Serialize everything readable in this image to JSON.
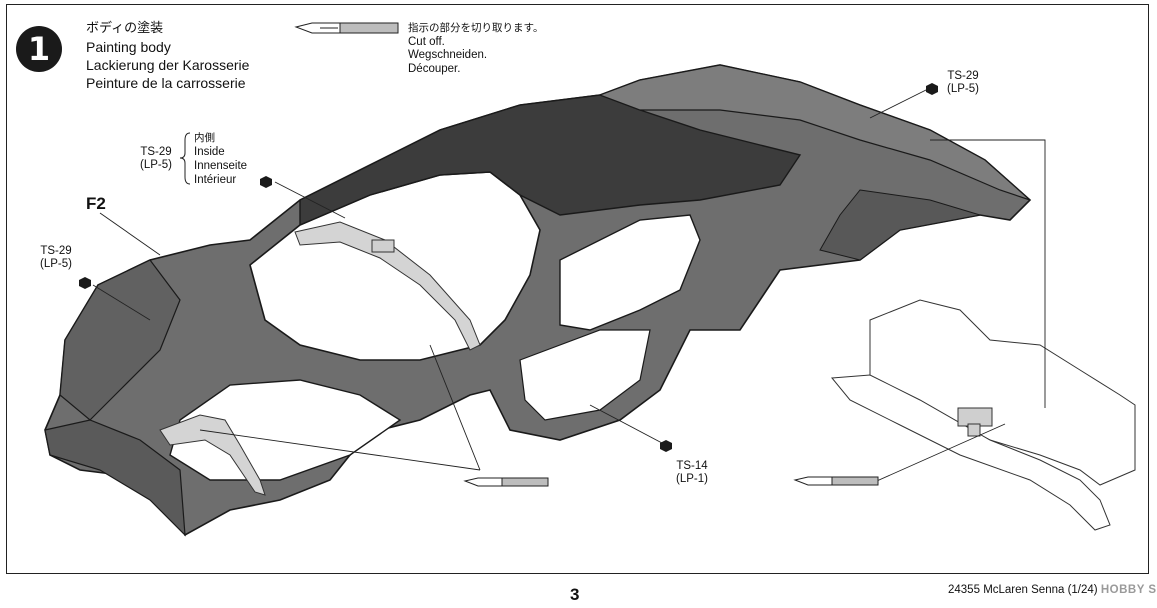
{
  "step": {
    "number": "1"
  },
  "title": {
    "jp": "ボディの塗装",
    "en": "Painting body",
    "de": "Lackierung der Karosserie",
    "fr": "Peinture de la carrosserie"
  },
  "cut_note": {
    "jp": "指示の部分を切り取ります。",
    "en": "Cut off.",
    "de": "Wegschneiden.",
    "fr": "Découper."
  },
  "paints": {
    "inside": {
      "code": "TS-29",
      "sub": "(LP-5)",
      "jp": "内側",
      "en": "Inside",
      "de": "Innenseite",
      "fr": "Intérieur"
    },
    "front_left": {
      "code": "TS-29",
      "sub": "(LP-5)"
    },
    "top_right": {
      "code": "TS-29",
      "sub": "(LP-5)"
    },
    "bottom": {
      "code": "TS-14",
      "sub": "(LP-1)"
    }
  },
  "part_label": "F2",
  "page": {
    "number": "3"
  },
  "footer": {
    "kit": "24355",
    "name": "McLaren Senna (1/24)",
    "watermark": "HOBBY SEARCH"
  },
  "colors": {
    "body_gray": "#6e6e6e",
    "dark": "#3a3a3a",
    "clear": "#d2d2d2"
  }
}
